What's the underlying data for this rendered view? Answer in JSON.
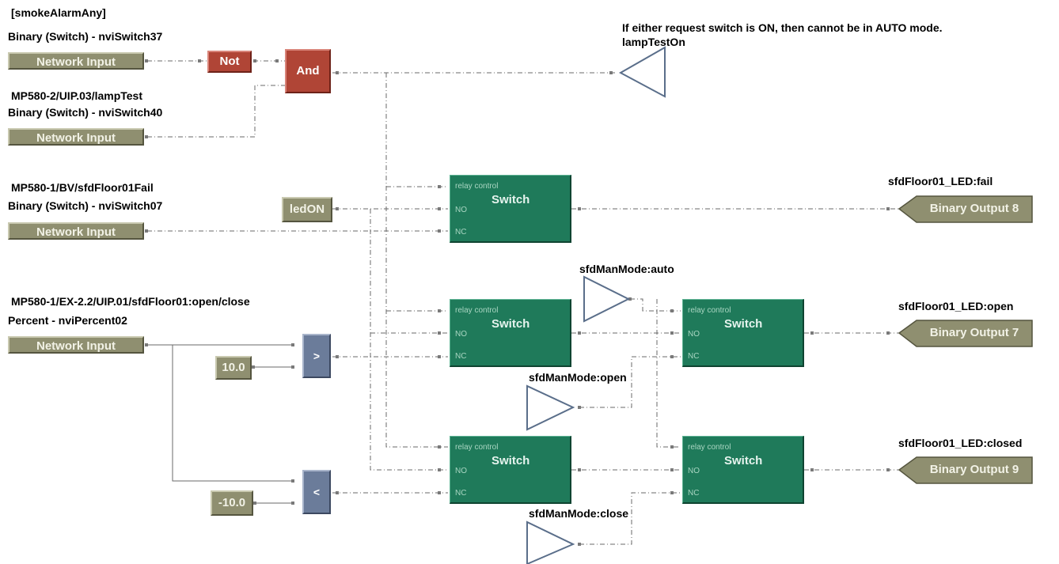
{
  "labels": {
    "smoke_tag": "[smokeAlarmAny]",
    "in1_desc": "Binary (Switch) - nviSwitch37",
    "in2_path": "MP580-2/UIP.03/lampTest",
    "in2_desc": "Binary (Switch) - nviSwitch40",
    "in3_path": "MP580-1/BV/sfdFloor01Fail",
    "in3_desc": "Binary (Switch) - nviSwitch07",
    "in4_path": "MP580-1/EX-2.2/UIP.01/sfdFloor01:open/close",
    "in4_desc": "Percent - nviPercent02",
    "auto_note": "If either request switch is ON, then cannot be in AUTO mode.",
    "lamp_test": "lampTestOn",
    "out_fail": "sfdFloor01_LED:fail",
    "out_open": "sfdFloor01_LED:open",
    "out_closed": "sfdFloor01_LED:closed",
    "mode_auto": "sfdManMode:auto",
    "mode_open": "sfdManMode:open",
    "mode_close": "sfdManMode:close"
  },
  "blocks": {
    "network_input": "Network Input",
    "not": "Not",
    "and": "And",
    "led_on": "ledON",
    "const_pos": "10.0",
    "const_neg": "-10.0",
    "gt": ">",
    "lt": "<",
    "switch": "Switch",
    "relay_control": "relay control",
    "no": "NO",
    "nc": "NC",
    "bo8": "Binary Output 8",
    "bo7": "Binary Output 7",
    "bo9": "Binary Output 9"
  },
  "colors": {
    "network_input": "#8f8f70",
    "logic_red": "#b04536",
    "switch_green": "#1f7a5a",
    "compare_blue": "#6b7c9a",
    "wire": "#6a6a6a"
  }
}
